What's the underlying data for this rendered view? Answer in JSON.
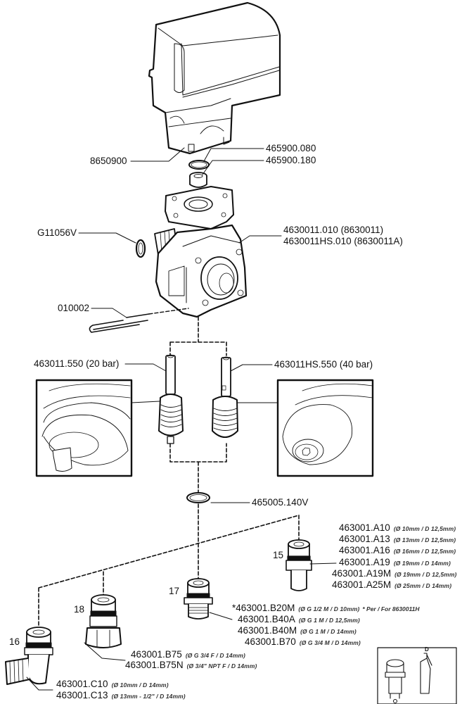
{
  "diagram": {
    "title": "Exploded parts view — valve assembly",
    "line_color": "#111111",
    "background": "#ffffff"
  },
  "parts": {
    "cover": "8650900",
    "oring_top": "465900.080",
    "seal_top": "465900.180",
    "oring_side": "G11056V",
    "body_1": "4630011.010 (8630011)",
    "body_2": "4630011HS.010 (8630011A)",
    "pin": "010002",
    "valve_20": "463011.550 (20 bar)",
    "valve_40": "463011HS.550 (40 bar)",
    "oring_bottom": "465005.140V"
  },
  "group_15": {
    "number": "15",
    "items": [
      {
        "code": "463001.A10",
        "spec": "(Ø 10mm / D 12,5mm)"
      },
      {
        "code": "463001.A13",
        "spec": "(Ø 13mm / D 12,5mm)"
      },
      {
        "code": "463001.A16",
        "spec": "(Ø 16mm / D 12,5mm)"
      },
      {
        "code": "463001.A19",
        "spec": "(Ø 19mm / D 14mm)"
      },
      {
        "code": "463001.A19M",
        "spec": "(Ø 19mm / D 12,5mm)"
      },
      {
        "code": "463001.A25M",
        "spec": "(Ø 25mm / D 14mm)"
      }
    ]
  },
  "group_17": {
    "number": "17",
    "items": [
      {
        "code": "*463001.B20M",
        "spec": "(Ø G 1/2 M / D 10mm)",
        "note": "* Per / For 8630011H"
      },
      {
        "code": "463001.B40A",
        "spec": "(Ø G 1 M / D 12,5mm)"
      },
      {
        "code": "463001.B40M",
        "spec": "(Ø G 1 M / D 14mm)"
      },
      {
        "code": "463001.B70",
        "spec": "(Ø G 3/4 M / D 14mm)"
      }
    ]
  },
  "group_18": {
    "number": "18",
    "items": [
      {
        "code": "463001.B75",
        "spec": "(Ø G 3/4 F / D 14mm)"
      },
      {
        "code": "463001.B75N",
        "spec": "(Ø 3/4\" NPT F / D 14mm)"
      }
    ]
  },
  "group_16": {
    "number": "16",
    "items": [
      {
        "code": "463001.C10",
        "spec": "(Ø 10mm / D 14mm)"
      },
      {
        "code": "463001.C13",
        "spec": "(Ø 13mm - 1/2\" / D 14mm)"
      }
    ]
  }
}
